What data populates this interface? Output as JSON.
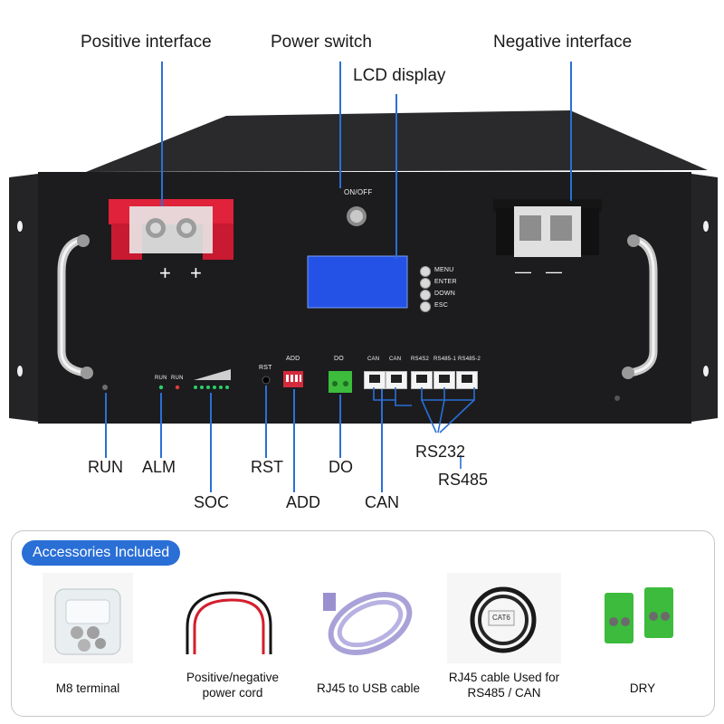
{
  "callouts": {
    "positive_interface": "Positive interface",
    "power_switch": "Power switch",
    "negative_interface": "Negative interface",
    "lcd_display": "LCD display",
    "run": "RUN",
    "alm": "ALM",
    "soc": "SOC",
    "rst": "RST",
    "add": "ADD",
    "do": "DO",
    "can": "CAN",
    "rs232": "RS232",
    "rs485": "RS485"
  },
  "panel": {
    "on_off": "ON/OFF",
    "plus_1": "+",
    "plus_2": "+",
    "minus_1": "—",
    "minus_2": "—",
    "menu": "MENU",
    "enter": "ENTER",
    "down": "DOWN",
    "esc": "ESC",
    "run_1": "RUN",
    "run_2": "RUN",
    "rst": "RST",
    "add": "ADD",
    "do": "DO",
    "can_1": "CAN",
    "can_2": "CAN",
    "rs4s2": "RS4S2",
    "rs485_1": "RS485-1",
    "rs485_2": "RS485-2"
  },
  "accessories": {
    "title": "Accessories Included",
    "items": [
      {
        "line1": "M8 terminal",
        "line2": ""
      },
      {
        "line1": "Positive/negative",
        "line2": "power cord"
      },
      {
        "line1": "RJ45 to USB cable",
        "line2": ""
      },
      {
        "line1": "RJ45 cable Used for",
        "line2": "RS485 / CAN"
      },
      {
        "line1": "DRY",
        "line2": ""
      }
    ],
    "cable_tag": "CAT6"
  },
  "colors": {
    "accent_blue": "#2a6fd6",
    "chassis": "#1c1c1e",
    "terminal_red": "#e0223a",
    "lcd_blue": "#2452e6",
    "connector_green": "#3dbb3d"
  }
}
